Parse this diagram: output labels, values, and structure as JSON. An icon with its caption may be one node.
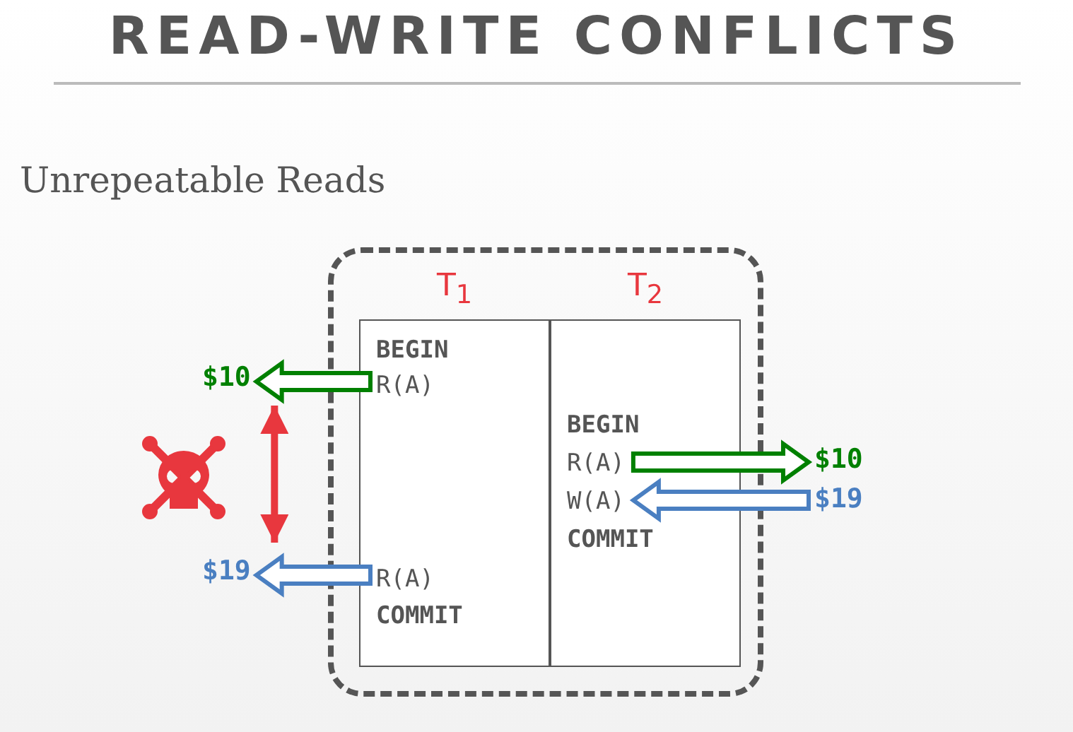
{
  "diagram": {
    "title": "READ-WRITE CONFLICTS",
    "nodes": [
      {
        "text": [],
        "shape": "box"
      },
      {
        "text": [
          "T$_{1}$"
        ],
        "in": 0
      },
      {
        "text": [
          "BEGIN"
        ],
        "in": 1
      },
      {
        "text": [
          "R(A)"
        ],
        "in": 1
      },
      {
        "text": [
          "R(A)"
        ],
        "in": 1
      },
      {
        "text": [
          "COMMIT"
        ],
        "in": 1
      },
      {
        "text": [
          "T$_{2}$"
        ],
        "in": 0
      },
      {
        "text": [
          "BEGIN"
        ],
        "in": 6
      },
      {
        "text": [
          "R(A)"
        ],
        "in": 6
      },
      {
        "text": [
          "W(A)"
        ],
        "in": 6
      },
      {
        "text": [
          "COMMIT"
        ],
        "in": 6
      },
      {
        "text": [
          "$10"
        ]
      },
      {
        "text": [
          "$19"
        ]
      },
      {
        "text": [
          "$10"
        ]
      },
      {
        "text": [
          "$19"
        ]
      }
    ],
    "edges": [
      {
        "from": 3,
        "to": 11,
        "arrow": "to",
        "style": "thick",
        "color": "#008000"
      },
      {
        "from": 4,
        "to": 12,
        "arrow": "to",
        "style": "thick",
        "color": "#4a7fc1"
      },
      {
        "from": 8,
        "to": 13,
        "arrow": "to",
        "style": "thick",
        "color": "#008000"
      },
      {
        "from": 14,
        "to": 9,
        "arrow": "to",
        "style": "thick",
        "color": "#4a7fc1"
      },
      {
        "from": 11,
        "to": 12,
        "arrow": "both",
        "color": "#e8373e"
      }
    ],
    "labels": [
      "Unrepeatable Reads"
    ]
  }
}
